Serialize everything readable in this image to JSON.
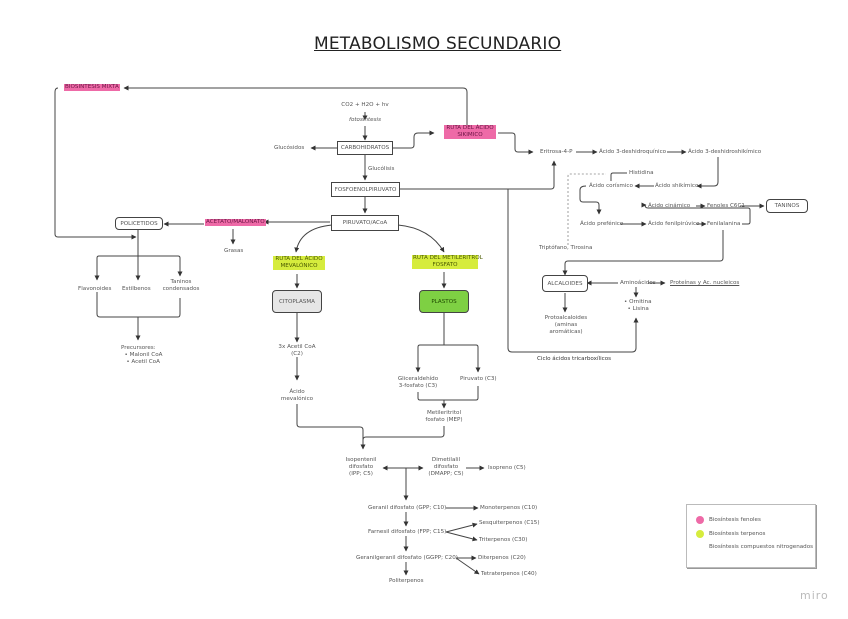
{
  "title": "METABOLISMO SECUNDARIO",
  "colors": {
    "pink": "#ee6aa7",
    "lime": "#d6ec3d",
    "green_box": "#7ed043",
    "grey_box": "#e6e6e6",
    "line": "#444444"
  },
  "nodes": {
    "co2": "CO2 + H2O + hv",
    "fotosintesis": "fotosíntesis",
    "carbohidratos": "CARBOHIDRATOS",
    "glucosidos": "Glucósidos",
    "glucolisis": "Glucólisis",
    "fosfoenolpiruvato": "FOSFOENOLPIRUVATO",
    "piruvato": "PIRUVATO/ACoA",
    "biosintesis_mixta": "BIOSINTESIS MIXTA",
    "ruta_shikimico_1": "RUTA DEL ÁCIDO",
    "ruta_shikimico_2": "SIKIMICO",
    "acetato_malonato": "ACETATO/MALONATO",
    "grasas": "Grasas",
    "policetidos": "POLICETIDOS",
    "flavonoides": "Flavonoides",
    "estilbenos": "Estilbenos",
    "taninos_1": "Taninos",
    "taninos_2": "condensados",
    "precursores_title": "Precursores:",
    "precursores_1": "Malonil CoA",
    "precursores_2": "Acetil CoA",
    "ruta_mevalonico_1": "RUTA DEL ÁCIDO",
    "ruta_mevalonico_2": "MEVALÓNICO",
    "ruta_mep_1": "RUTA DEL METILERITROL",
    "ruta_mep_2": "FOSFATO",
    "citoplasma": "CITOPLASMA",
    "plastos": "PLASTOS",
    "acetil_coa_1": "3x Acetil CoA",
    "acetil_coa_2": "(C2)",
    "ac_mevalonico_1": "Ácido",
    "ac_mevalonico_2": "mevalónico",
    "gliceraldehido_1": "Gliceraldehído",
    "gliceraldehido_2": "3-fosfato (C3)",
    "piruvato_c3": "Piruvato (C3)",
    "mep_1": "Metileritritol",
    "mep_2": "fosfato (MEP)",
    "ipp_1": "Isopentenil",
    "ipp_2": "difosfato",
    "ipp_3": "(IPP; C5)",
    "dmapp_1": "Dimetilalil",
    "dmapp_2": "difosfato",
    "dmapp_3": "(DMAPP; C5)",
    "isopreno": "Isopreno (C5)",
    "gpp": "Geranil difosfato (GPP; C10)",
    "monoterpenos": "Monoterpenos (C10)",
    "fpp": "Farnesil difosfato (FPP; C15)",
    "sesquiterpenos": "Sesquiterpenos (C15)",
    "triterpenos": "Triterpenos (C30)",
    "ggpp": "Geranilgeranil difosfato (GGPP; C20)",
    "diterpenos": "Diterpenos (C20)",
    "tetraterpenos": "Tetraterpenos (C40)",
    "politerpenos": "Politerpenos",
    "eritrosa": "Eritrosa-4-P",
    "deshidroquinico": "Ácido 3-deshidroquínico",
    "deshidroshikimico": "Ácido 3-deshidroshikímico",
    "histidina": "Histidina",
    "corismico": "Ácido corísmico",
    "shikimico": "Ácido shikímico",
    "cinamico": "Ácido cinámico",
    "fenoles": "Fenoles C6C1",
    "taninos_box": "TANINOS",
    "prefenico": "Ácido prefénico",
    "fenilpiruvico": "Ácido fenilpirúvico",
    "fenilalanina": "Fenilalanina",
    "triptofano": "Triptófano, Tirosina",
    "alcaloides": "ALCALOIDES",
    "aminoacidos": "Aminoácidos",
    "proteinas": "Proteínas y Ac. nucleicos",
    "ornitina": "Ornitina",
    "lisina": "Lisina",
    "protoalcaloides_1": "Protoalcaloides",
    "protoalcaloides_2": "(aminas",
    "protoalcaloides_3": "aromáticas)",
    "ciclo": "Ciclo ácidos tricarboxílicos"
  },
  "legend": {
    "items": [
      {
        "label": "Biosíntesis fenoles",
        "color": "#ee6aa7"
      },
      {
        "label": "Biosíntesis terpenos",
        "color": "#d6ec3d"
      },
      {
        "label": "Biosíntesis compuestos nitrogenados",
        "color": ""
      }
    ]
  },
  "watermark": "miro"
}
